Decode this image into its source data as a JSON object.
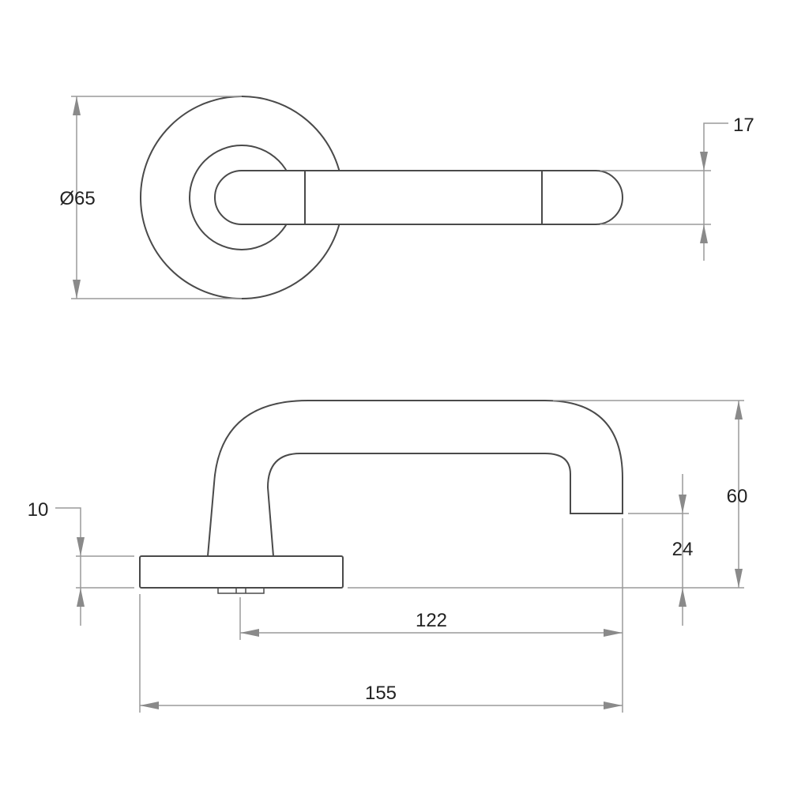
{
  "top_view": {
    "diameter_label": "Ø65",
    "width_label": "17"
  },
  "side_view": {
    "height_label": "60",
    "clearance_label": "24",
    "rose_thickness_label": "10",
    "projection_label": "122",
    "overall_length_label": "155"
  }
}
